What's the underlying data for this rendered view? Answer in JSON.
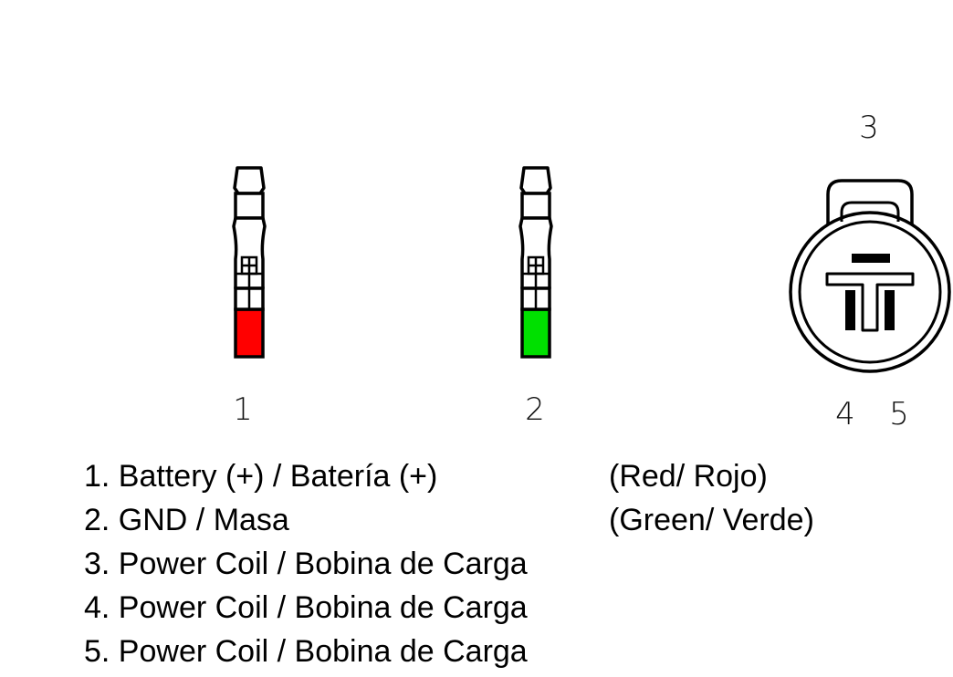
{
  "colors": {
    "outline": "#000000",
    "wire_red": "#ff0000",
    "wire_green": "#00e000"
  },
  "pins": {
    "pin1_label": "1",
    "pin2_label": "2",
    "pin3_label": "3",
    "pin4_label": "4",
    "pin5_label": "5"
  },
  "legend": {
    "items": [
      {
        "text": "1. Battery (+) / Batería (+)",
        "color": "(Red/ Rojo)"
      },
      {
        "text": "2. GND / Masa",
        "color": "(Green/ Verde)"
      },
      {
        "text": "3. Power Coil / Bobina de Carga",
        "color": ""
      },
      {
        "text": "4. Power Coil / Bobina de Carga",
        "color": ""
      },
      {
        "text": "5. Power Coil / Bobina de Carga",
        "color": ""
      }
    ]
  }
}
